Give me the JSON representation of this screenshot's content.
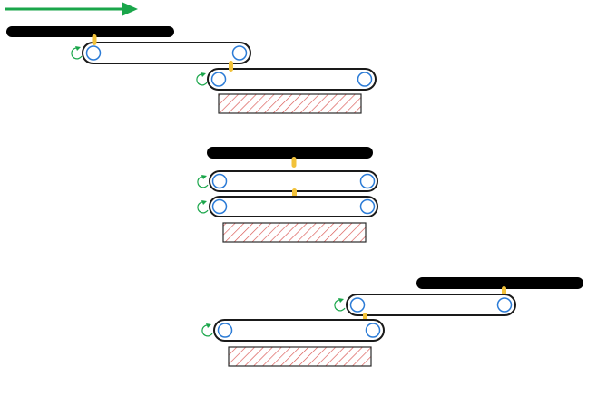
{
  "colors": {
    "arrow": "#1aa64a",
    "bar": "#000000",
    "belt_stroke": "#1a1a1a",
    "roller_stroke": "#2b7bd6",
    "rotation_arrow": "#1aa64a",
    "marker": "#f2c23a",
    "platform_stroke": "#2a2a2a",
    "platform_hatch": "#d9534f"
  },
  "icons": {
    "direction": "arrow-right-icon",
    "rotation": "clockwise-arrow-icon"
  },
  "panels": [
    {
      "id": "step-1",
      "belts": 2,
      "platforms": 1,
      "black_bars": 1,
      "markers": 2
    },
    {
      "id": "step-2",
      "belts": 2,
      "platforms": 1,
      "black_bars": 1,
      "markers": 2
    },
    {
      "id": "step-3",
      "belts": 2,
      "platforms": 1,
      "black_bars": 1,
      "markers": 2
    }
  ]
}
